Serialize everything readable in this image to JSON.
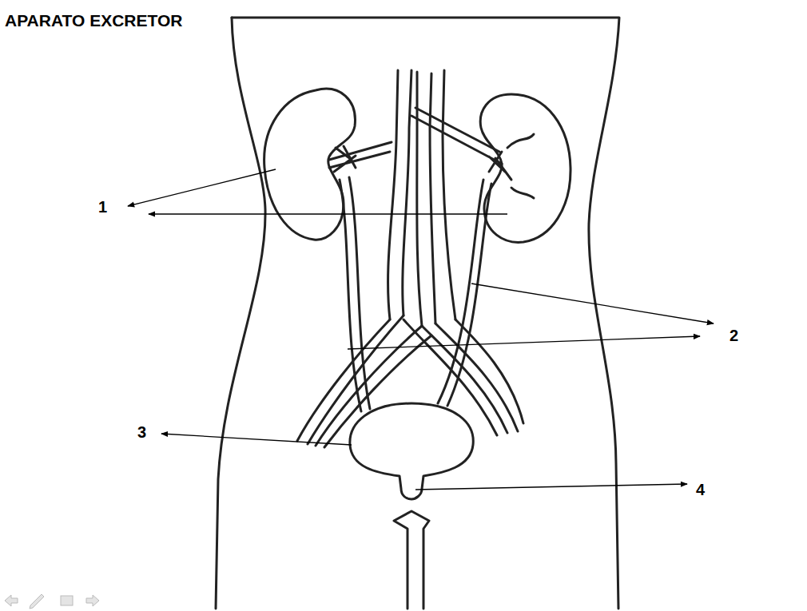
{
  "diagram": {
    "title": "APARATO EXCRETOR",
    "labels": [
      "1",
      "2",
      "3",
      "4"
    ]
  }
}
